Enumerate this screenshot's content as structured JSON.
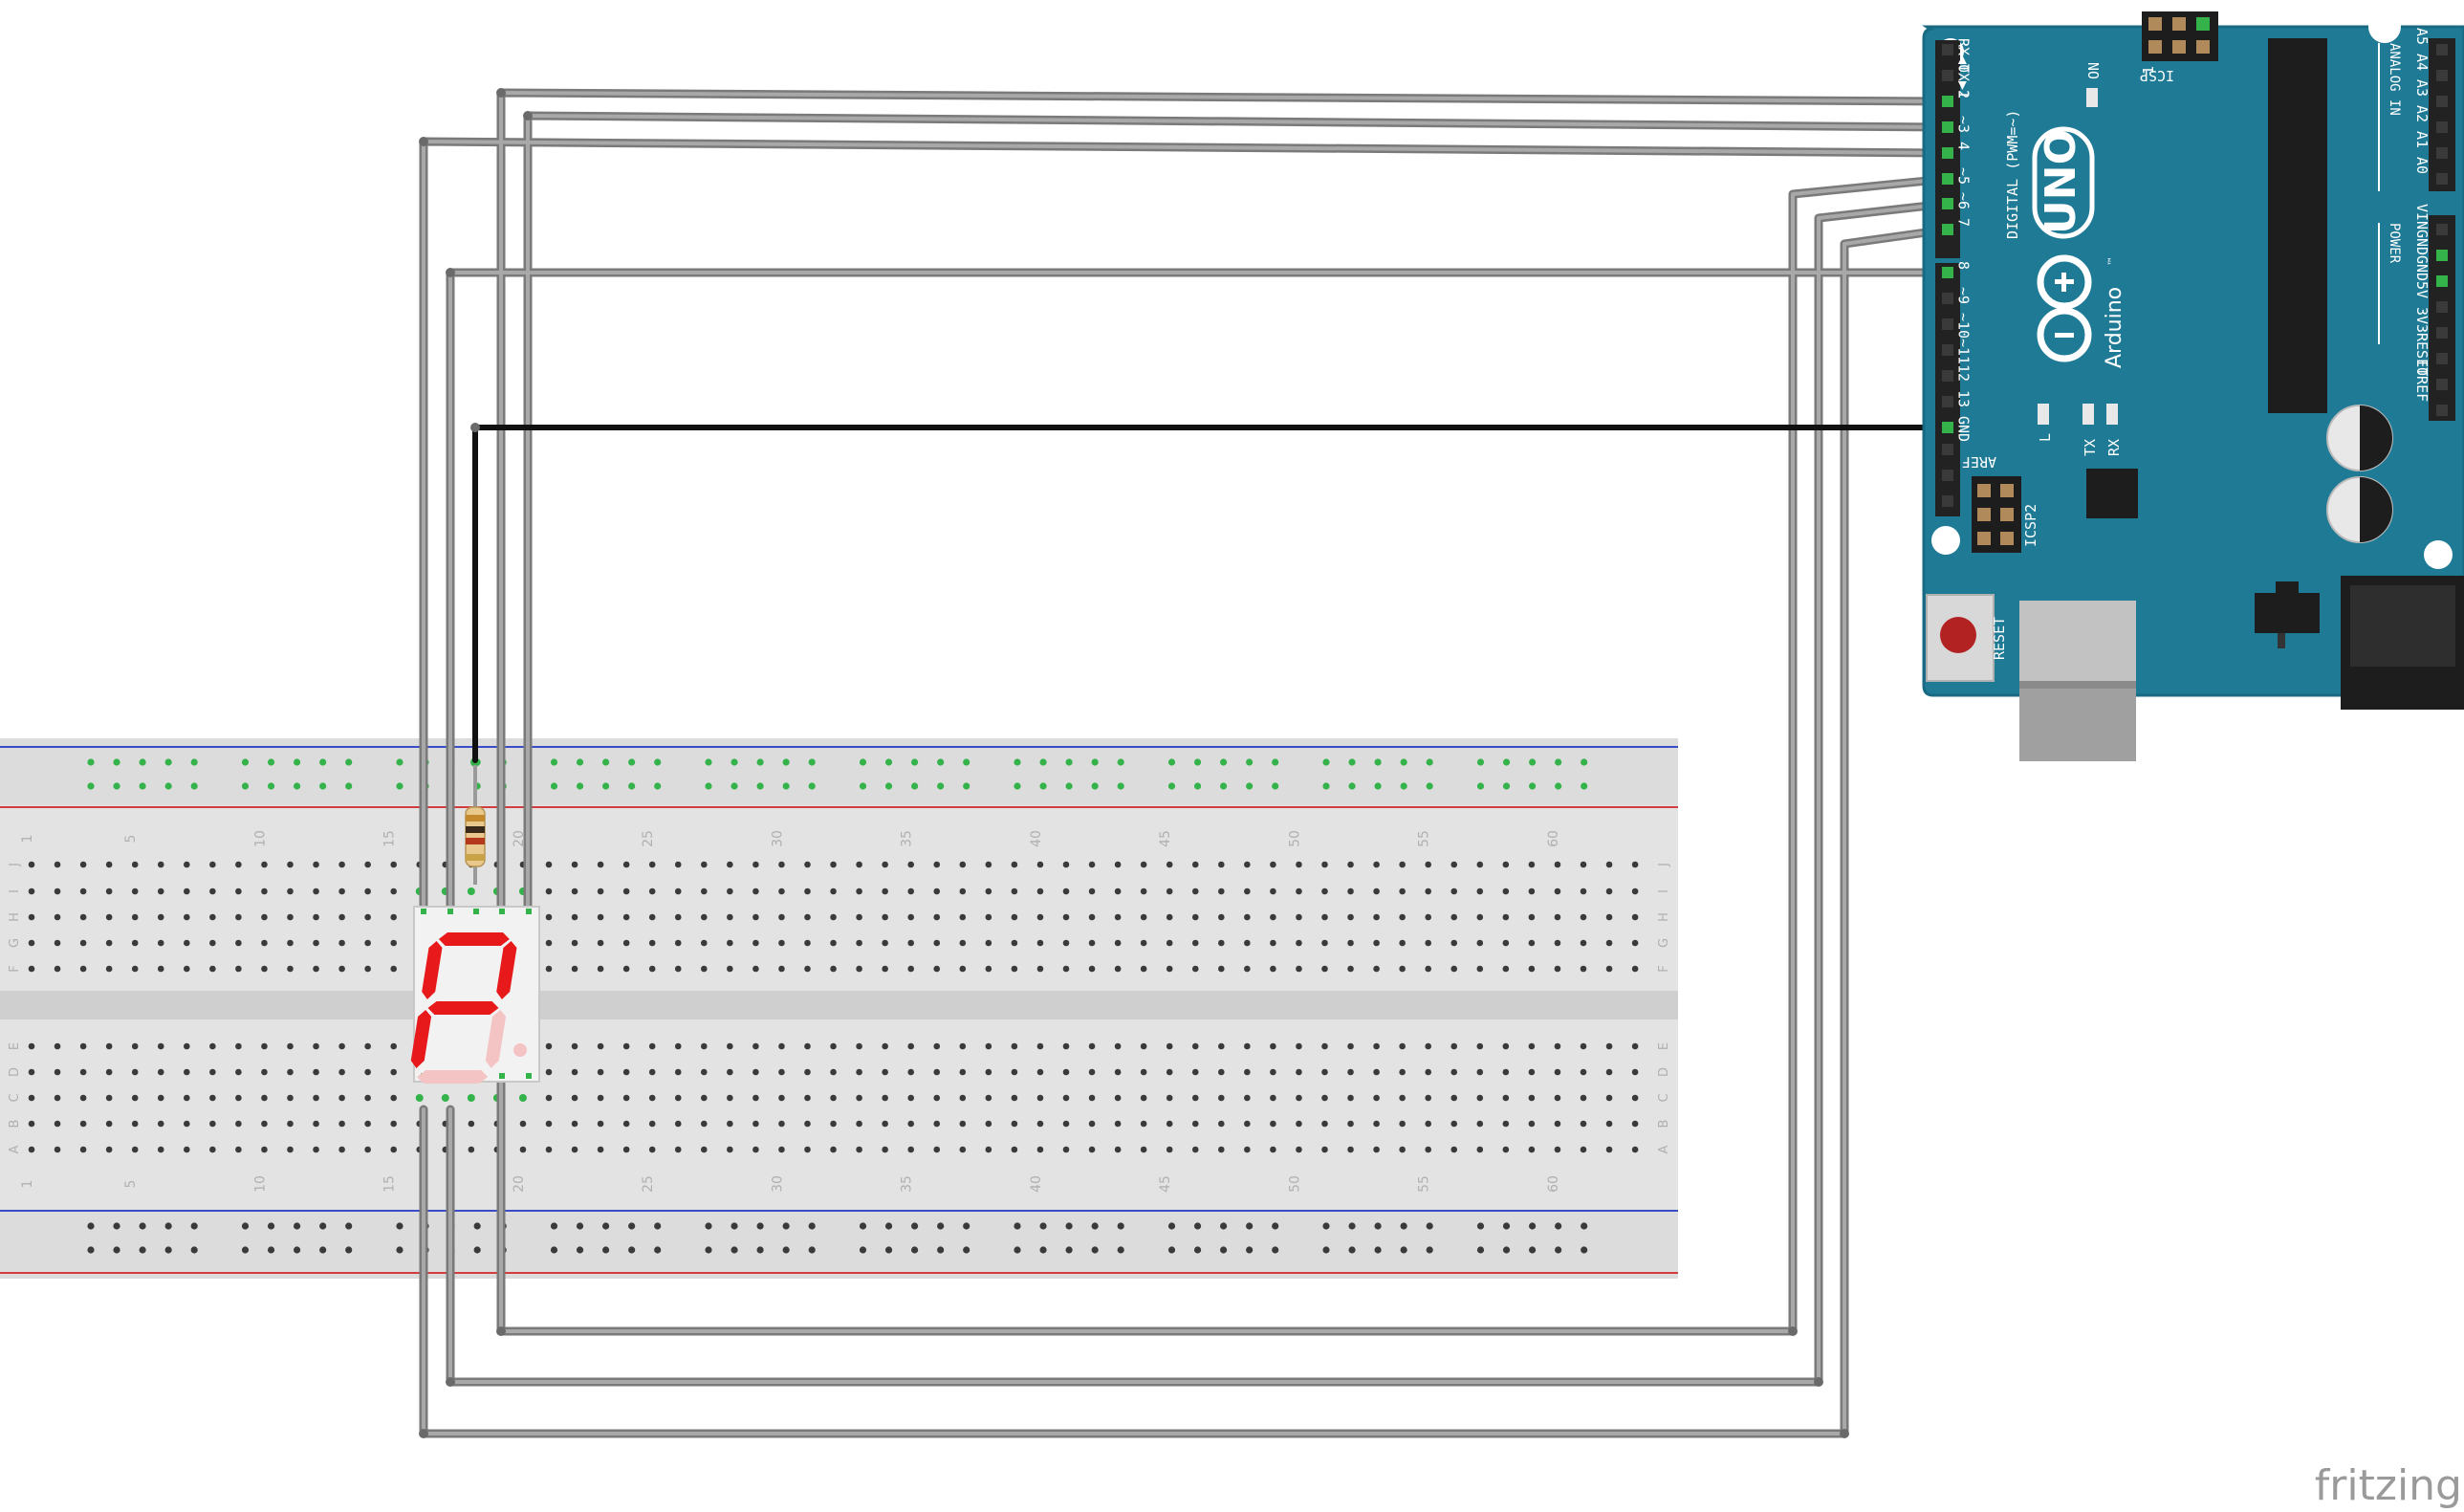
{
  "arduino": {
    "model": "UNO",
    "brand": "Arduino",
    "trademark": "™",
    "digital_label": "DIGITAL (PWM=~)",
    "power_label": "POWER",
    "analog_label": "ANALOG IN",
    "on_label": "ON",
    "icsp_label": "ICSP",
    "icsp_pin1": "1",
    "icsp2_label": "ICSP2",
    "reset_label": "RESET",
    "tx_label": "TX",
    "rx_label": "RX",
    "l_label": "L",
    "aref_label": "AREF",
    "digital_pins": [
      "RX◀0",
      "TX▶1",
      "2",
      "~3",
      "4",
      "~5",
      "~6",
      "7",
      "8",
      "~9",
      "~10",
      "~11",
      "12",
      "13",
      "GND"
    ],
    "power_pins": [
      "VIN",
      "GND",
      "GND",
      "5V",
      "3V3",
      "RESET",
      "IOREF"
    ],
    "analog_pins": [
      "A5",
      "A4",
      "A3",
      "A2",
      "A1",
      "A0"
    ],
    "colors": {
      "board": "#1f7a96",
      "board_edge": "#186a83"
    }
  },
  "breadboard": {
    "column_numbers": [
      "1",
      "5",
      "10",
      "15",
      "20",
      "25",
      "30",
      "35",
      "40",
      "45",
      "50",
      "55",
      "60"
    ],
    "row_letters_top": [
      "J",
      "I",
      "H",
      "G",
      "F"
    ],
    "row_letters_bottom": [
      "E",
      "D",
      "C",
      "B",
      "A"
    ],
    "colors": {
      "body": "#e3e3e3",
      "rail_blue": "#3b4cc9",
      "rail_red": "#d23c3c",
      "hole": "#3a3a3a",
      "active_hole": "#34b34a"
    }
  },
  "display": {
    "type": "seven-segment",
    "segment_color": "#e8191b",
    "dim_color": "#f4c4c4"
  },
  "resistor": {
    "bands": [
      "#c4882d",
      "#3a2a1a",
      "#b5391c",
      "#c9a248"
    ]
  },
  "wires": {
    "signal_color": "#8a8a8a",
    "ground_color": "#1b1b1b"
  },
  "watermark": "fritzing"
}
